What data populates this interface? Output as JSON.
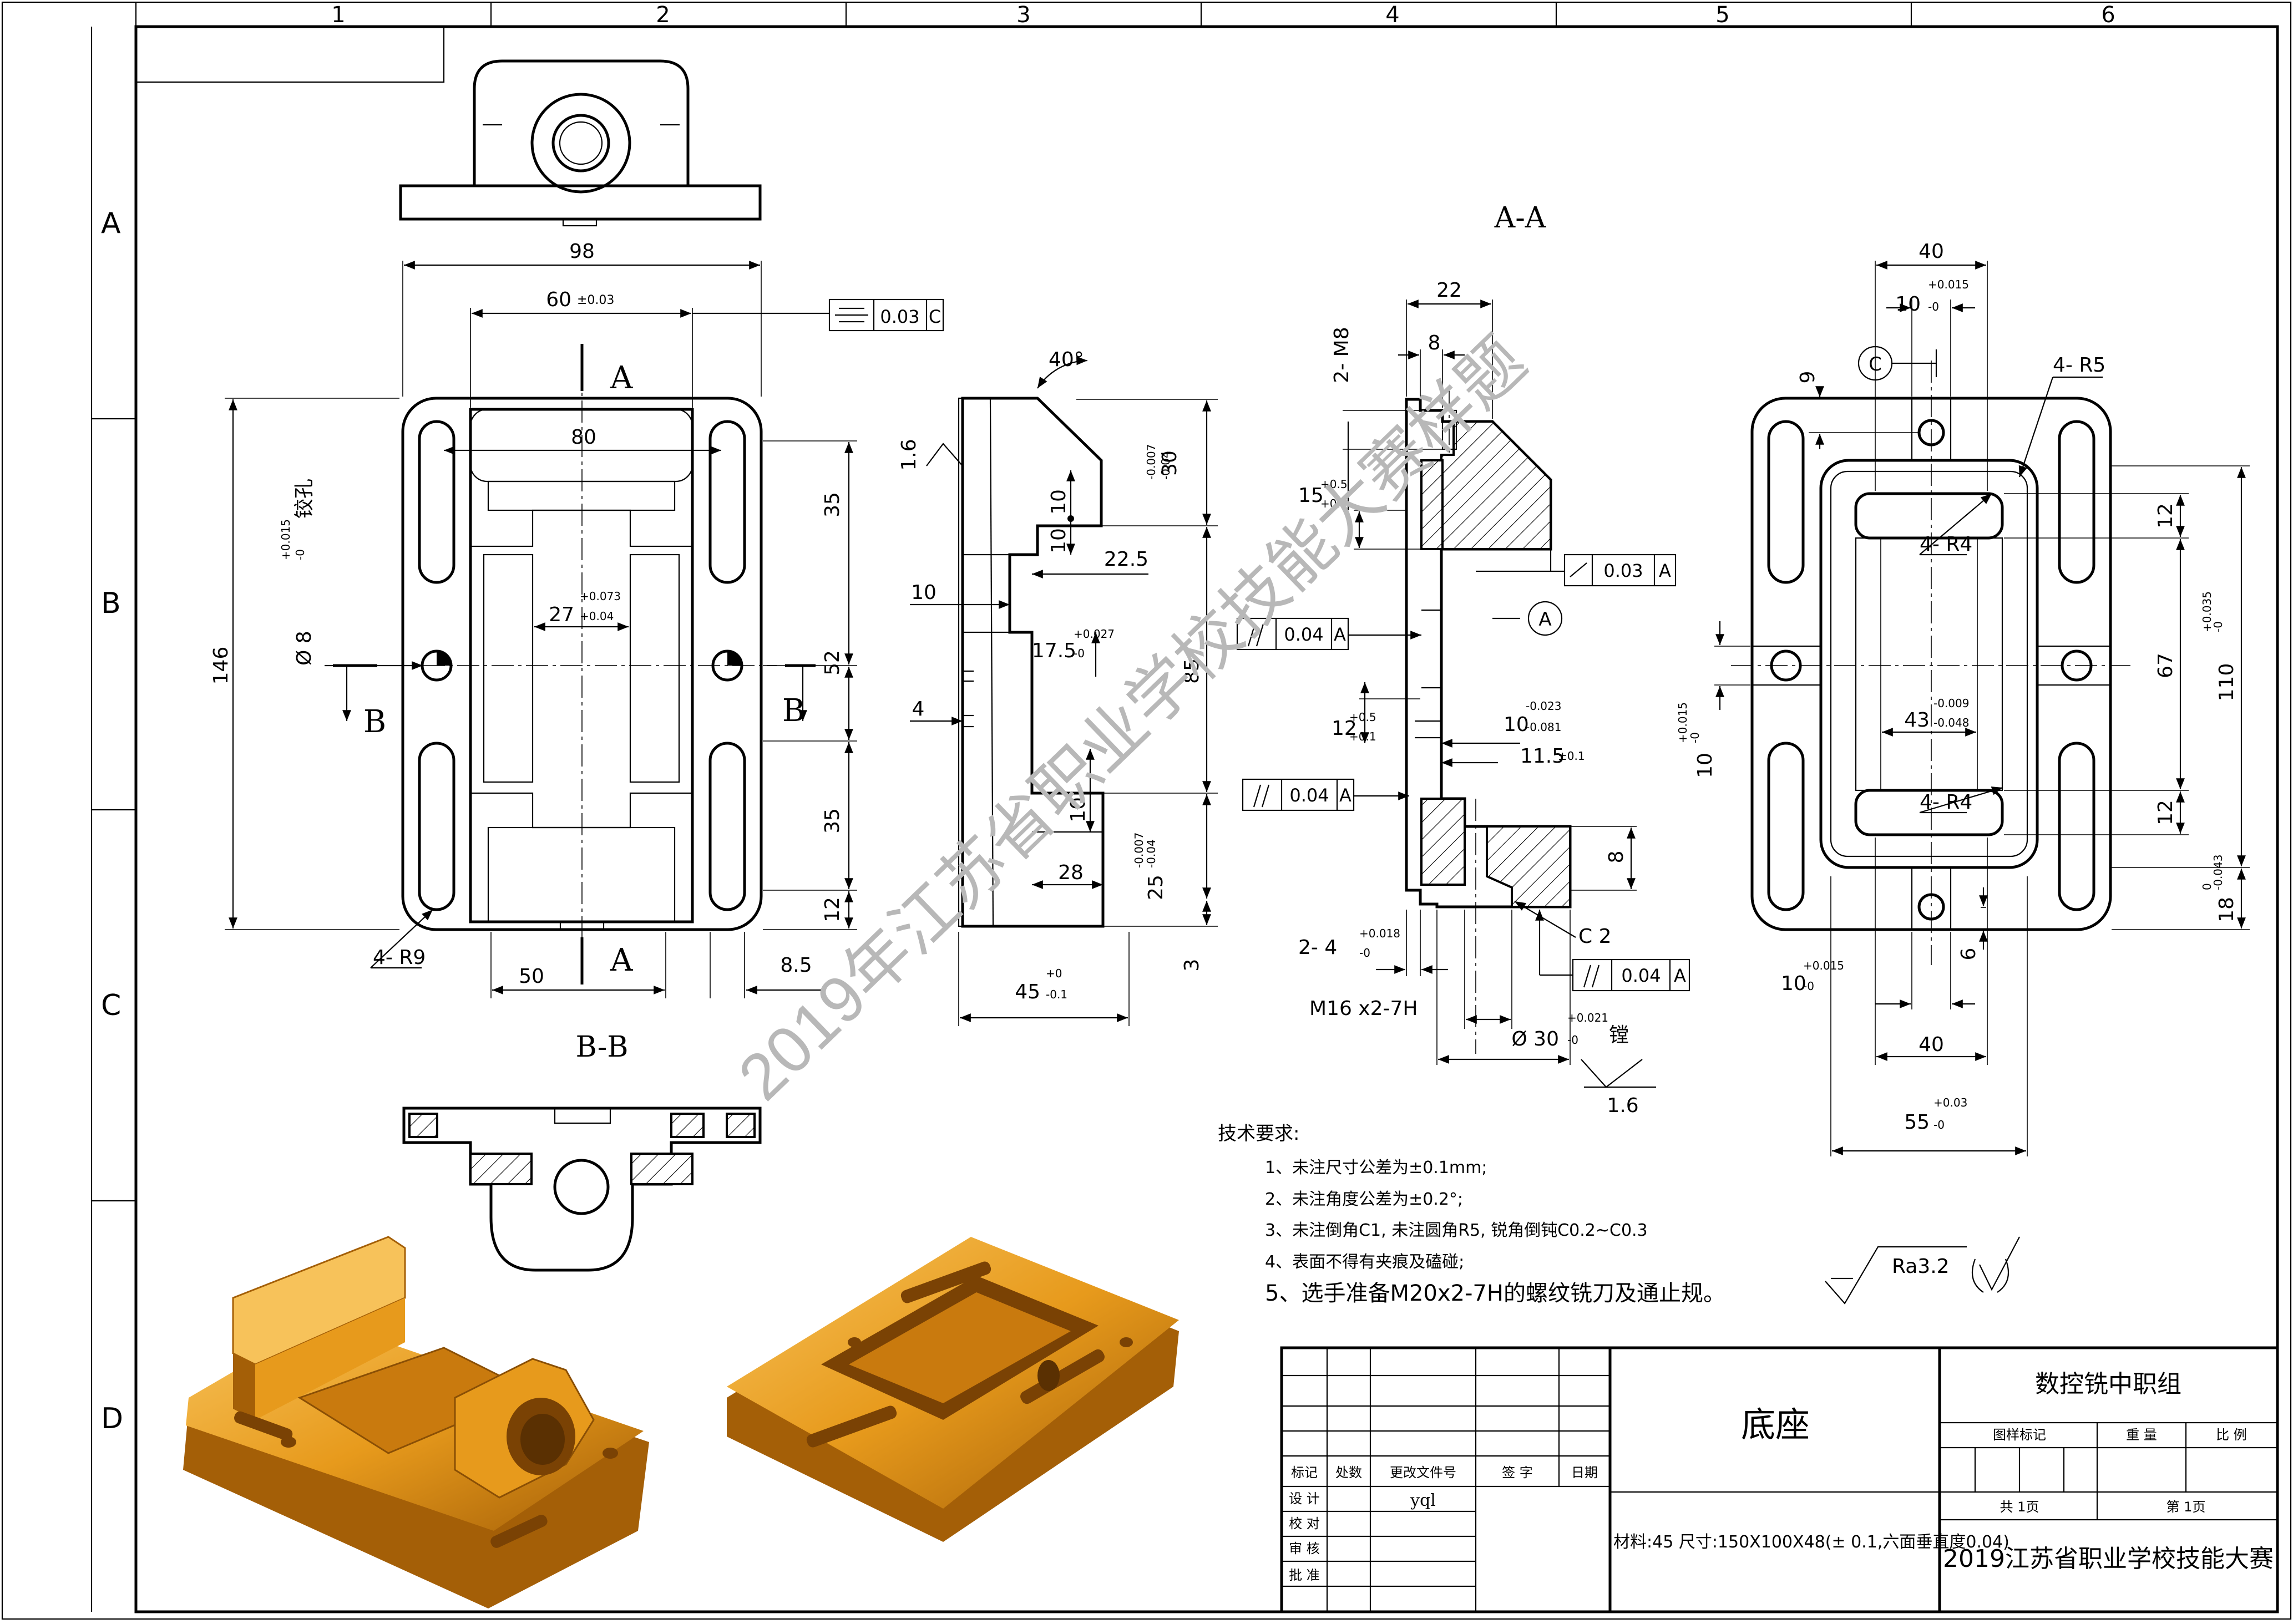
{
  "frame": {
    "col_labels": [
      "1",
      "2",
      "3",
      "4",
      "5",
      "6"
    ],
    "row_labels": [
      "A",
      "B",
      "C",
      "D"
    ]
  },
  "watermark": "2019年江苏省职业学校技能大赛样题",
  "views": {
    "section_aa_label": "A-A",
    "section_bb_label": "B-B",
    "cut_letter_a": "A",
    "cut_letter_b": "B"
  },
  "plan_dims": {
    "d98": "98",
    "d60": "60",
    "d60_tol": "±0.03",
    "d80": "80",
    "d27": "27",
    "d27_tol_up": "+0.073",
    "d27_tol_low": "+0.04",
    "d146": "146",
    "d35a": "35",
    "d52": "52",
    "d35b": "35",
    "d12": "12",
    "d50": "50",
    "d8_5": "8.5",
    "r9": "4- R9",
    "hole_dia": "Ø 8",
    "hole_tol_up": "+0.015",
    "hole_tol_low": "-0",
    "hole_note": "铰孔",
    "sym_tol_value": "0.03",
    "sym_tol_datum": "C"
  },
  "side_dims": {
    "angle": "40°",
    "ra16": "1.6",
    "d10a": "10",
    "d10b": "10",
    "d22_5": "22.5",
    "d10c": "10",
    "d4": "4",
    "d17_5": "17.5",
    "d17_5_tol_up": "+0.027",
    "d17_5_tol_low": "-0",
    "d30": "30",
    "d30_tol_up": "-0.007",
    "d30_tol_low": "-0.04",
    "d85": "85",
    "d25": "25",
    "d25_tol_up": "-0.007",
    "d25_tol_low": "-0.04",
    "d3": "3",
    "d28": "28",
    "d10d": "10",
    "d45": "45",
    "d45_tol_up": "+0",
    "d45_tol_low": "-0.1"
  },
  "aa_dims": {
    "d22": "22",
    "d8": "8",
    "m8": "2- M8",
    "d15": "15",
    "d15_tol_up": "+0.5",
    "d15_tol_low": "+0.1",
    "par1_value": "0.04",
    "par1_datum": "A",
    "par2_value": "0.04",
    "par2_datum": "A",
    "par3_value": "0.04",
    "par3_datum": "A",
    "flat_value": "0.03",
    "flat_datum": "A",
    "datum_a": "A",
    "d12": "12",
    "d12_tol_up": "+0.5",
    "d12_tol_low": "+0.1",
    "d10": "10",
    "d10_tol_up": "-0.023",
    "d10_tol_low": "-0.081",
    "d11_5": "11.5",
    "d11_5_tol": "±0.1",
    "d8b": "8",
    "c2": "C 2",
    "d4": "2- 4",
    "d4_tol_up": "+0.018",
    "d4_tol_low": "-0",
    "m16": "M16 x2-7H",
    "d30": "Ø 30",
    "d30_tol_up": "+0.021",
    "d30_tol_low": "-0",
    "bore_note": "镗",
    "ra16": "1.6"
  },
  "right_dims": {
    "d40top": "40",
    "d10top": "10",
    "d10top_tol_up": "+0.015",
    "d10top_tol_low": "-0",
    "datum_c": "C",
    "d9": "9",
    "r5": "4- R5",
    "r4a": "4- R4",
    "r4b": "4- R4",
    "d12a": "12",
    "d67": "67",
    "d12b": "12",
    "d110": "110",
    "d110_tol_up": "+0.035",
    "d110_tol_low": "-0",
    "d43": "43",
    "d43_tol_up": "-0.009",
    "d43_tol_low": "-0.048",
    "d10left": "10",
    "d10left_tol_up": "+0.015",
    "d10left_tol_low": "-0",
    "d18": "18",
    "d18_tol_up": "0",
    "d18_tol_low": "-0.043",
    "d6": "6",
    "d10bot": "10",
    "d10bot_tol_up": "+0.015",
    "d10bot_tol_low": "-0",
    "d40bot": "40",
    "d55": "55",
    "d55_tol_up": "+0.03",
    "d55_tol_low": "-0"
  },
  "tech_requirements": {
    "heading": "技术要求:",
    "items": [
      "1、未注尺寸公差为±0.1mm;",
      "2、未注角度公差为±0.2°;",
      "3、未注倒角C1, 未注圆角R5, 锐角倒钝C0.2~C0.3",
      "4、表面不得有夹痕及磕碰;",
      "5、选手准备M20x2-7H的螺纹铣刀及通止规。"
    ]
  },
  "roughness": {
    "value": "Ra3.2"
  },
  "title_block": {
    "part_name": "底座",
    "group": "数控铣中职组",
    "competition": "2019江苏省职业学校技能大赛",
    "material": "材料:45 尺寸:150X100X48(± 0.1,六面垂直度0.04)",
    "rev_headers": [
      "标记",
      "处数",
      "更改文件号",
      "签 字",
      "日期"
    ],
    "sign_labels": [
      "设 计",
      "校 对",
      "审 核",
      "批 准"
    ],
    "designer": "yql",
    "stage_label": "图样标记",
    "weight_label": "重 量",
    "scale_label": "比 例",
    "sheets_total_label": "共 1页",
    "sheet_no_label": "第 1页"
  },
  "colors": {
    "part_fill": "#e79a1c",
    "part_shadow": "#a45f07",
    "part_light": "#f7c25a"
  }
}
